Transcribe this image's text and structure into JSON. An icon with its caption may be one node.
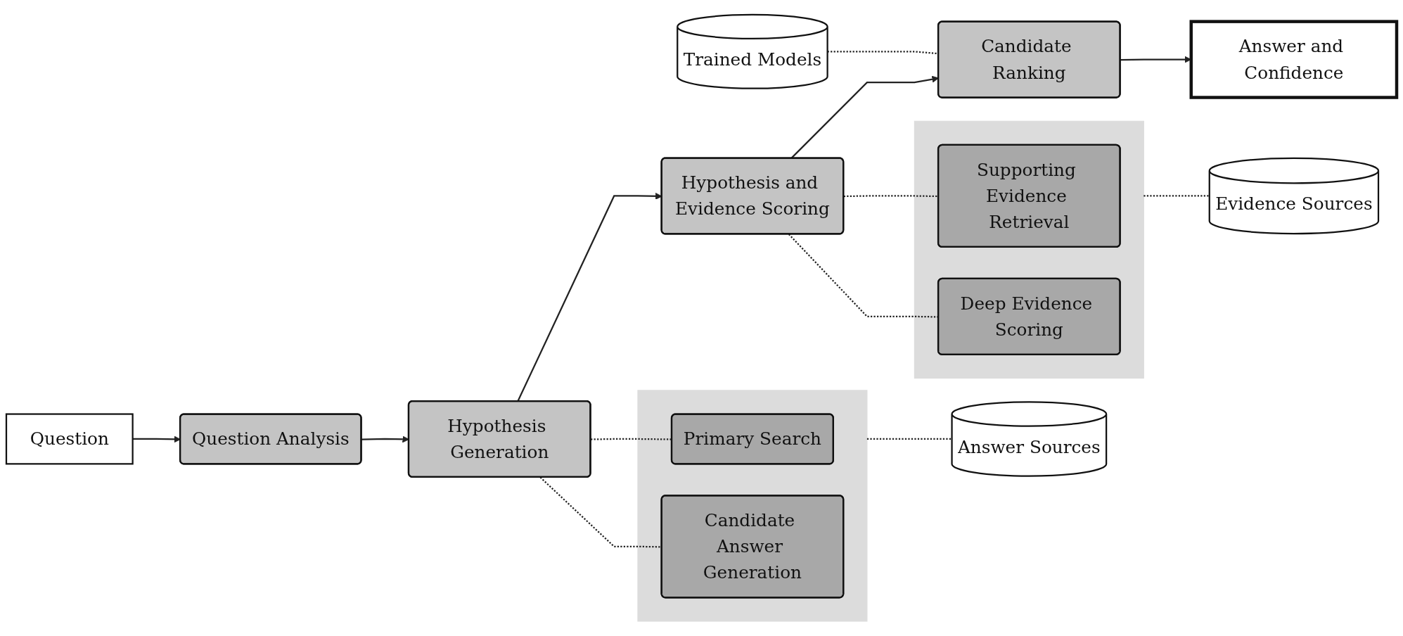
{
  "diagram": {
    "nodes": [
      {
        "text": [
          "Question"
        ]
      },
      {
        "text": [
          "Trained Models"
        ]
      },
      {
        "text": [
          "Question Analysis"
        ]
      },
      {
        "text": [
          "Hypothesis Generation"
        ]
      },
      {
        "text": [
          "Hypothesis and Evidence Scoring"
        ]
      },
      {
        "text": [
          "Candidate Ranking"
        ]
      },
      {
        "text": [],
        "shape": "box"
      },
      {
        "text": [
          "Primary Search"
        ],
        "in": 6
      },
      {
        "text": [
          "Candidate Answer Generation"
        ],
        "in": 6
      },
      {
        "text": [],
        "shape": "box"
      },
      {
        "text": [
          "Supporting Evidence Retrieval"
        ],
        "in": 9
      },
      {
        "text": [
          "Deep Evidence Scoring"
        ],
        "in": 9
      },
      {
        "text": [
          "Answer and Confidence"
        ]
      },
      {
        "text": [
          "Answer Sources"
        ]
      },
      {
        "text": [
          "Evidence Sources"
        ]
      }
    ],
    "edges": [
      {
        "from": 0,
        "to": 2,
        "arrow": "to"
      },
      {
        "from": 2,
        "to": 3,
        "arrow": "to"
      },
      {
        "from": 3,
        "to": 4,
        "arrow": "to"
      },
      {
        "from": 4,
        "to": 5,
        "arrow": "to"
      },
      {
        "from": 1,
        "to": 5,
        "arrow": "none",
        "style": "dashed"
      },
      {
        "from": 3,
        "to": 7,
        "arrow": "none",
        "style": "dashed"
      },
      {
        "from": 3,
        "to": 8,
        "arrow": "none",
        "style": "dashed"
      },
      {
        "from": 4,
        "to": 10,
        "arrow": "none",
        "style": "dashed"
      },
      {
        "from": 4,
        "to": 11,
        "arrow": "none",
        "style": "dashed"
      },
      {
        "from": 5,
        "to": 12,
        "arrow": "to"
      },
      {
        "from": 6,
        "to": 13,
        "arrow": "none",
        "style": "dashed"
      },
      {
        "from": 9,
        "to": 14,
        "arrow": "none",
        "style": "dashed"
      }
    ]
  }
}
